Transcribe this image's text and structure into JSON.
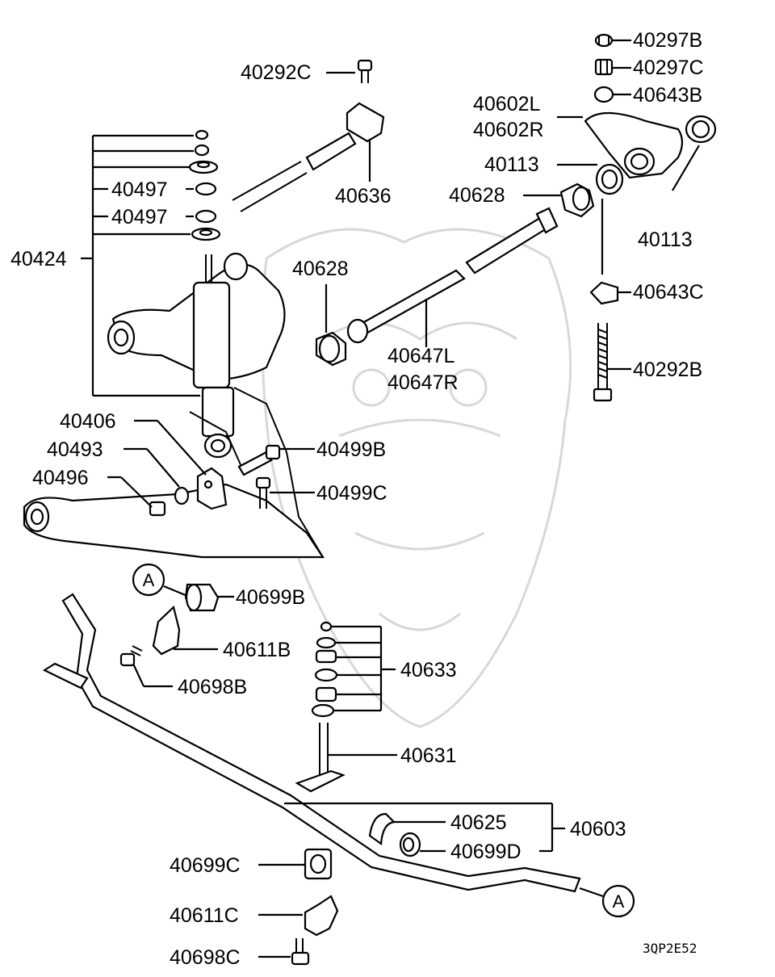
{
  "diagram": {
    "labels": {
      "40297B": "40297B",
      "40297C": "40297C",
      "40643B": "40643B",
      "40602L": "40602L",
      "40602R": "40602R",
      "40113a": "40113",
      "40113b": "40113",
      "40628a": "40628",
      "40628b": "40628",
      "40292C": "40292C",
      "40636": "40636",
      "40497a": "40497",
      "40497b": "40497",
      "40424": "40424",
      "40643C": "40643C",
      "40647L": "40647L",
      "40647R": "40647R",
      "40292B": "40292B",
      "40406": "40406",
      "40493": "40493",
      "40496": "40496",
      "40499B": "40499B",
      "40499C": "40499C",
      "40699B": "40699B",
      "40611B": "40611B",
      "40698B": "40698B",
      "40633": "40633",
      "40631": "40631",
      "40625": "40625",
      "40603": "40603",
      "40699D": "40699D",
      "40699C": "40699C",
      "40611C": "40611C",
      "40698C": "40698C"
    },
    "ref_marker": "A",
    "drawing_code": "3QP2E52"
  }
}
